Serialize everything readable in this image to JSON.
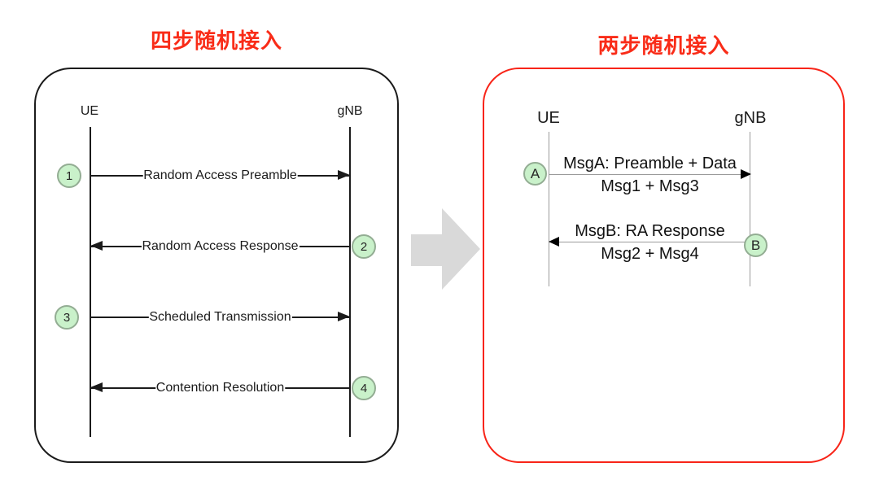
{
  "left_panel": {
    "title": "四步随机接入",
    "actors": {
      "ue": "UE",
      "gnb": "gNB"
    },
    "messages": [
      {
        "step": "1",
        "label": "Random Access Preamble",
        "direction": "ue-to-gnb"
      },
      {
        "step": "2",
        "label": "Random Access Response",
        "direction": "gnb-to-ue"
      },
      {
        "step": "3",
        "label": "Scheduled Transmission",
        "direction": "ue-to-gnb"
      },
      {
        "step": "4",
        "label": "Contention Resolution",
        "direction": "gnb-to-ue"
      }
    ]
  },
  "right_panel": {
    "title": "两步随机接入",
    "actors": {
      "ue": "UE",
      "gnb": "gNB"
    },
    "messages": [
      {
        "step": "A",
        "title": "MsgA: Preamble + Data",
        "subtitle": "Msg1 + Msg3",
        "direction": "ue-to-gnb"
      },
      {
        "step": "B",
        "title": "MsgB: RA Response",
        "subtitle": "Msg2 + Msg4",
        "direction": "gnb-to-ue"
      }
    ]
  },
  "colors": {
    "red_title": "#f92c18",
    "red_border": "#f82418",
    "black_border": "#1b1b1b",
    "circle_fill": "#c9f1ca",
    "circle_border": "#93ad93",
    "arrow_gray": "#d9d9d9"
  }
}
